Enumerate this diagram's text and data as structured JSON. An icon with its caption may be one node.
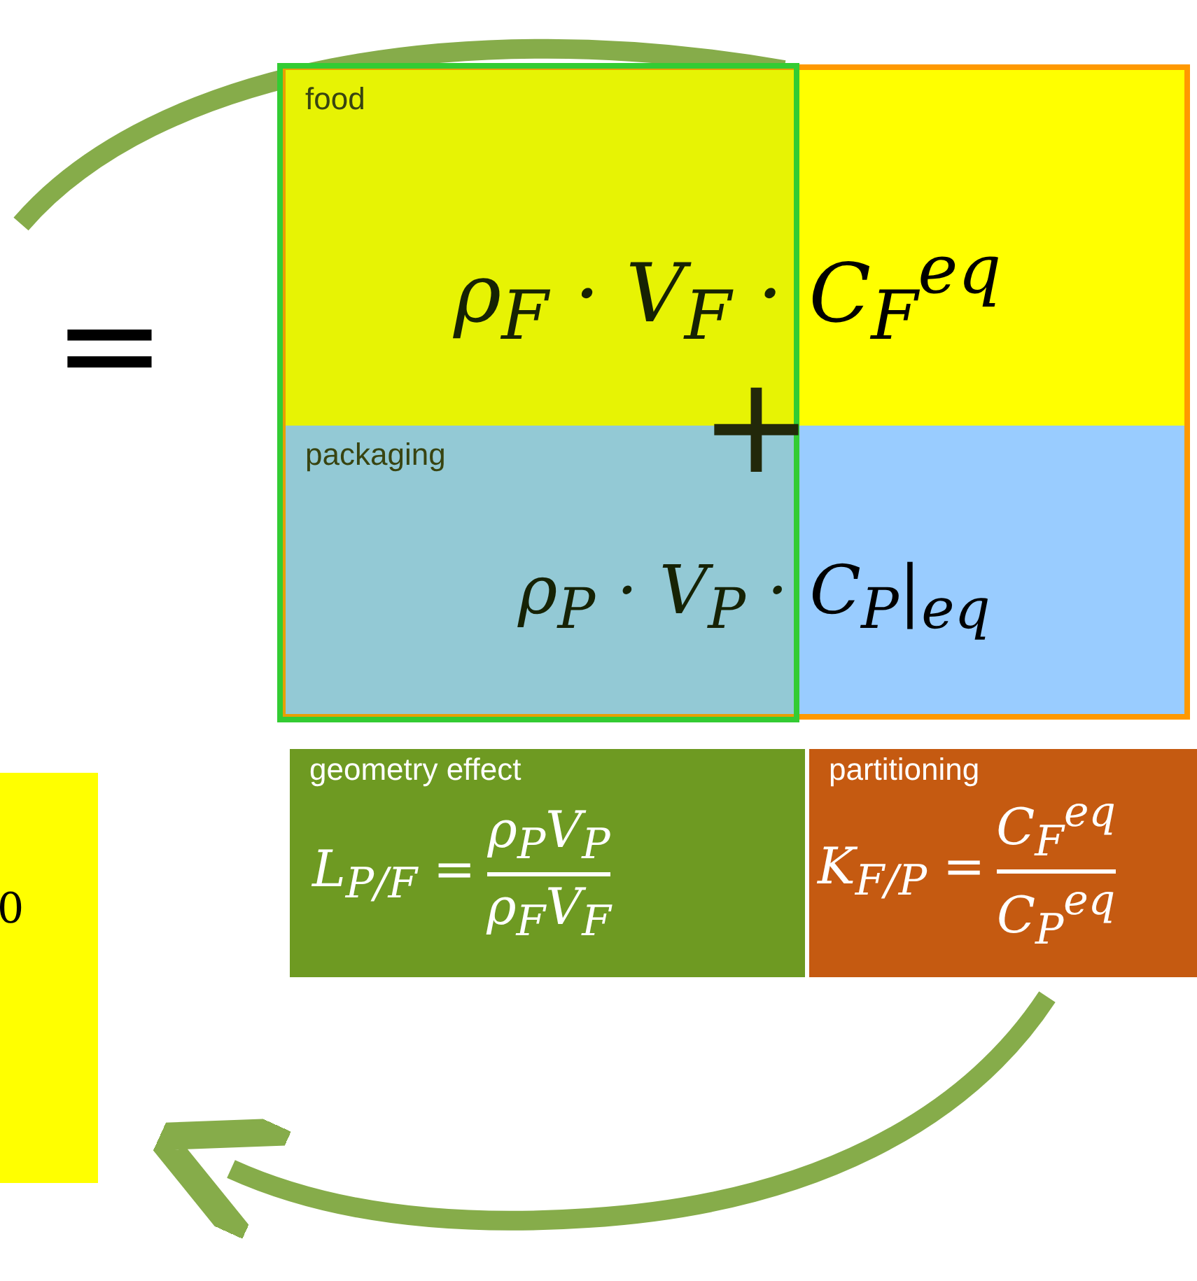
{
  "diagram": {
    "nodes": [
      {
        "text": [
          "0"
        ]
      },
      {
        "text": [
          "food",
          "ρ$_{F}$ · V$_{F}$ · C$_{F}$$^{eq}$"
        ]
      },
      {
        "text": [
          "packaging",
          "ρ$_{P}$ · V$_{P}$ · C$_{P}$|$_{eq}$"
        ]
      },
      {
        "text": [
          "geometry effect",
          "L$_{P/F}$ =",
          "ρ$_{P}$V$_{P}$",
          "ρ$_{F}$V$_{F}$"
        ]
      },
      {
        "text": [
          "partitioning",
          "K$_{F/P}$ =",
          "C$_{F}$$^{eq}$",
          "C$_{P}$$^{eq}$"
        ]
      }
    ],
    "labels": [
      "=",
      "+"
    ]
  }
}
